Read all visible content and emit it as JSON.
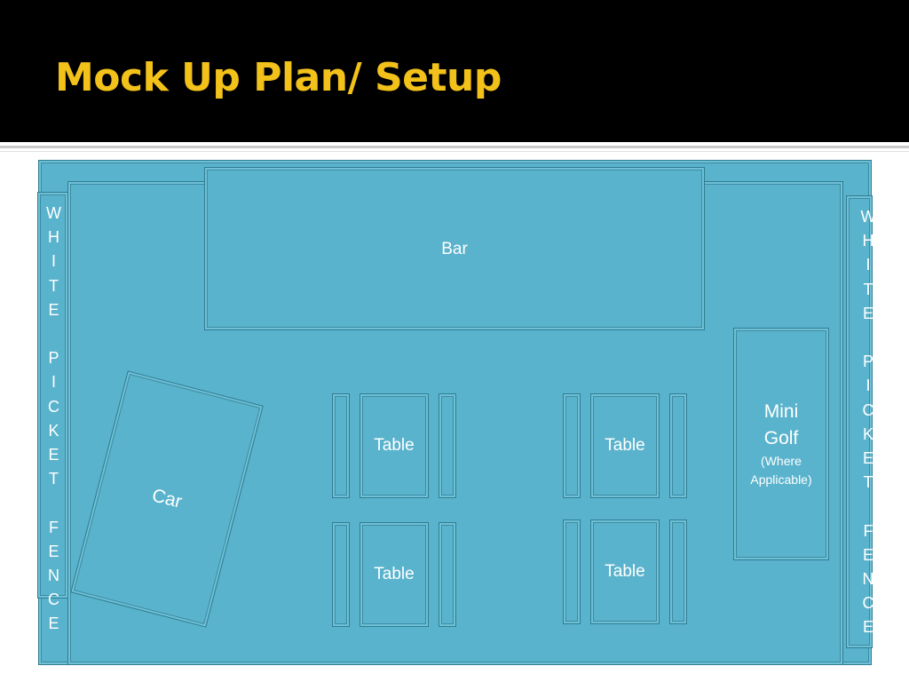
{
  "slide": {
    "title": "Mock Up Plan/ Setup"
  },
  "plan": {
    "left_fence_label": "W\nH\nI\nT\nE\n\nP\nI\nC\nK\nE\nT\n\nF\nE\nN\nC\nE",
    "right_fence_label": "W\nH\nI\nT\nE\n\nP\nI\nC\nK\nE\nT\n\nF\nE\nN\nC\nE",
    "bar_label": "Bar",
    "car_label": "Car",
    "mini_golf_label": "Mini Golf",
    "mini_golf_note": "(Where Applicable)",
    "tables": [
      {
        "label": "Table"
      },
      {
        "label": "Table"
      },
      {
        "label": "Table"
      },
      {
        "label": "Table"
      }
    ]
  },
  "colors": {
    "header_bg": "#000000",
    "title": "#f2c11a",
    "shape_fill": "#5ab3cc",
    "shape_border": "#2f7d92",
    "label_text": "#ffffff"
  }
}
